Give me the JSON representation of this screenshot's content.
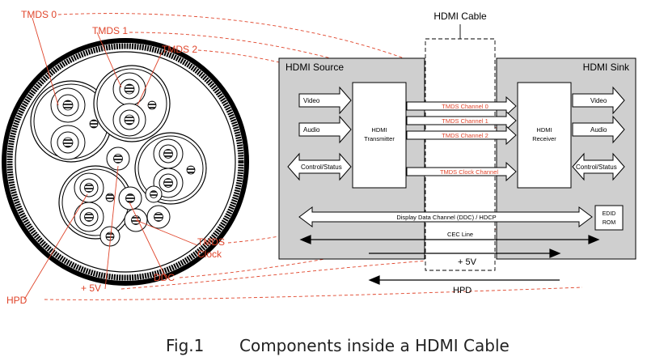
{
  "cable": {
    "labels": {
      "tmds0": "TMDS 0",
      "tmds1": "TMDS 1",
      "tmds2": "TMDS 2",
      "tmds_clock_1": "TMDS",
      "tmds_clock_2": "Clock",
      "ddc": "DDC",
      "plus5v": "+ 5V",
      "hpd": "HPD"
    }
  },
  "diagram": {
    "hdmi_cable_label": "HDMI Cable",
    "source": {
      "title": "HDMI Source",
      "transmitter": [
        "HDMI",
        "Transmitter"
      ],
      "inputs": {
        "video": "Video",
        "audio": "Audio",
        "control": "Control/Status"
      }
    },
    "sink": {
      "title": "HDMI Sink",
      "receiver": [
        "HDMI",
        "Receiver"
      ],
      "outputs": {
        "video": "Video",
        "audio": "Audio",
        "control": "Control/Status"
      },
      "edid": [
        "EDID",
        "ROM"
      ]
    },
    "channels": {
      "ch0": "TMDS Channel 0",
      "ch1": "TMDS Channel 1",
      "ch2": "TMDS Channel 2",
      "clock": "TMDS Clock Channel"
    },
    "ddc_bus": "Display Data Channel (DDC) / HDCP",
    "cec": "CEC Line",
    "plus5v": "+ 5V",
    "hpd": "HPD"
  },
  "caption": {
    "fig": "Fig.1",
    "text": "Components inside a HDMI Cable"
  },
  "colors": {
    "accent": "#e0452b",
    "box_fill": "#cfcfcf",
    "line": "#000000",
    "white": "#ffffff"
  }
}
